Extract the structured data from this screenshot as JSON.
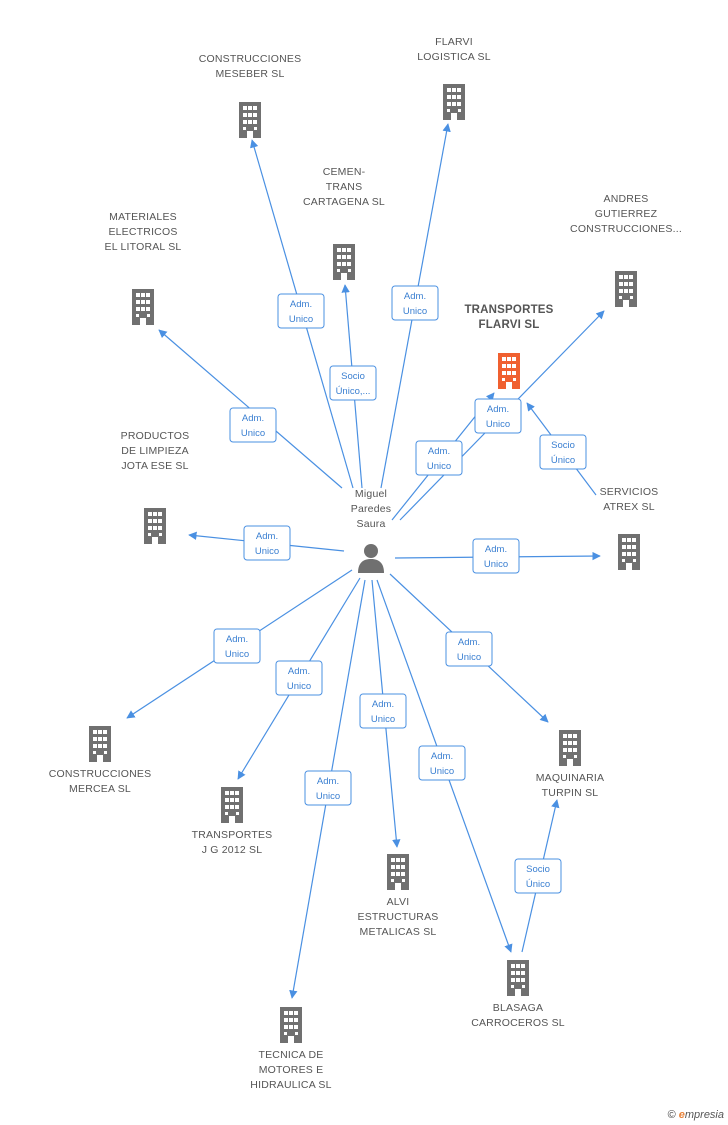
{
  "colors": {
    "edge": "#4a90e2",
    "company": "#707070",
    "focus": "#f06030",
    "person": "#707070",
    "label": "#555555"
  },
  "person": {
    "id": "p",
    "lines": [
      "Miguel",
      "Paredes",
      "Saura"
    ],
    "icon": "person-icon"
  },
  "companies": [
    {
      "id": "meseber",
      "lines": [
        "CONSTRUCCIONES",
        "MESEBER SL"
      ]
    },
    {
      "id": "flarvi_log",
      "lines": [
        "FLARVI",
        "LOGISTICA SL"
      ]
    },
    {
      "id": "cemen",
      "lines": [
        "CEMEN-",
        "TRANS",
        "CARTAGENA SL"
      ]
    },
    {
      "id": "andres",
      "lines": [
        "ANDRES",
        "GUTIERREZ",
        "CONSTRUCCIONES..."
      ]
    },
    {
      "id": "materiales",
      "lines": [
        "MATERIALES",
        "ELECTRICOS",
        "EL LITORAL SL"
      ]
    },
    {
      "id": "transportes_flarvi",
      "lines": [
        "TRANSPORTES",
        "FLARVI SL"
      ],
      "focus": true
    },
    {
      "id": "productos",
      "lines": [
        "PRODUCTOS",
        "DE LIMPIEZA",
        "JOTA ESE SL"
      ]
    },
    {
      "id": "servicios",
      "lines": [
        "SERVICIOS",
        "ATREX SL"
      ]
    },
    {
      "id": "mercea",
      "lines": [
        "CONSTRUCCIONES",
        "MERCEA SL"
      ]
    },
    {
      "id": "maquinaria",
      "lines": [
        "MAQUINARIA",
        "TURPIN  SL"
      ]
    },
    {
      "id": "jg2012",
      "lines": [
        "TRANSPORTES",
        "J G 2012 SL"
      ]
    },
    {
      "id": "alvi",
      "lines": [
        "ALVI",
        "ESTRUCTURAS",
        "METALICAS SL"
      ]
    },
    {
      "id": "blasaga",
      "lines": [
        "BLASAGA",
        "CARROCEROS SL"
      ]
    },
    {
      "id": "tecnica",
      "lines": [
        "TECNICA DE",
        "MOTORES E",
        "HIDRAULICA SL"
      ]
    }
  ],
  "relations": [
    {
      "from": "p",
      "to": "meseber",
      "lines": [
        "Adm.",
        "Unico"
      ]
    },
    {
      "from": "p",
      "to": "flarvi_log",
      "lines": [
        "Adm.",
        "Unico"
      ]
    },
    {
      "from": "p",
      "to": "cemen",
      "lines": [
        "Socio",
        "Único,..."
      ]
    },
    {
      "from": "p",
      "to": "andres",
      "lines": [
        "Adm.",
        "Unico"
      ]
    },
    {
      "from": "p",
      "to": "materiales",
      "lines": [
        "Adm.",
        "Unico"
      ]
    },
    {
      "from": "p",
      "to": "transportes_flarvi",
      "lines": [
        "Adm.",
        "Unico"
      ]
    },
    {
      "from": "servicios",
      "to": "transportes_flarvi",
      "lines": [
        "Socio",
        "Único"
      ]
    },
    {
      "from": "p",
      "to": "productos",
      "lines": [
        "Adm.",
        "Unico"
      ]
    },
    {
      "from": "p",
      "to": "servicios",
      "lines": [
        "Adm.",
        "Unico"
      ]
    },
    {
      "from": "p",
      "to": "mercea",
      "lines": [
        "Adm.",
        "Unico"
      ]
    },
    {
      "from": "p",
      "to": "maquinaria",
      "lines": [
        "Adm.",
        "Unico"
      ]
    },
    {
      "from": "p",
      "to": "jg2012",
      "lines": [
        "Adm.",
        "Unico"
      ]
    },
    {
      "from": "p",
      "to": "alvi",
      "lines": [
        "Adm.",
        "Unico"
      ]
    },
    {
      "from": "p",
      "to": "blasaga",
      "lines": [
        "Adm.",
        "Unico"
      ]
    },
    {
      "from": "p",
      "to": "tecnica",
      "lines": [
        "Adm.",
        "Unico"
      ]
    },
    {
      "from": "blasaga",
      "to": "maquinaria",
      "lines": [
        "Socio",
        "Único"
      ]
    }
  ],
  "credit": {
    "symbol": "©",
    "brand_initial": "e",
    "brand_rest": "mpresia"
  }
}
